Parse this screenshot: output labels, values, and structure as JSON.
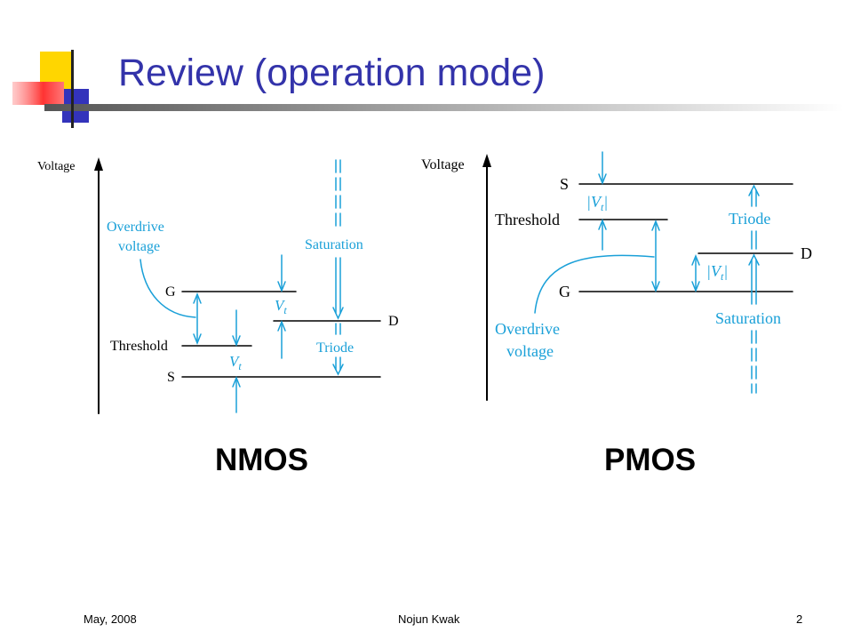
{
  "slide": {
    "title": "Review (operation mode)",
    "footer": {
      "date": "May, 2008",
      "author": "Nojun Kwak",
      "page": "2"
    }
  },
  "nmos": {
    "caption": "NMOS",
    "labels": {
      "axis": "Voltage",
      "overdrive_1": "Overdrive",
      "overdrive_2": "voltage",
      "gate": "G",
      "threshold": "Threshold",
      "source": "S",
      "drain": "D",
      "vt": "V",
      "vt_sub": "t",
      "saturation": "Saturation",
      "triode": "Triode"
    }
  },
  "pmos": {
    "caption": "PMOS",
    "labels": {
      "axis": "Voltage",
      "source": "S",
      "threshold": "Threshold",
      "gate": "G",
      "drain": "D",
      "vt": "|V",
      "vt_sub": "t",
      "vt_close": "|",
      "triode": "Triode",
      "saturation": "Saturation",
      "overdrive_1": "Overdrive",
      "overdrive_2": "voltage"
    }
  },
  "colors": {
    "title": "#3333aa",
    "accent": "#1aa0d8",
    "yellow": "#ffd700",
    "red": "#ff4a4a",
    "blue": "#3333aa"
  }
}
